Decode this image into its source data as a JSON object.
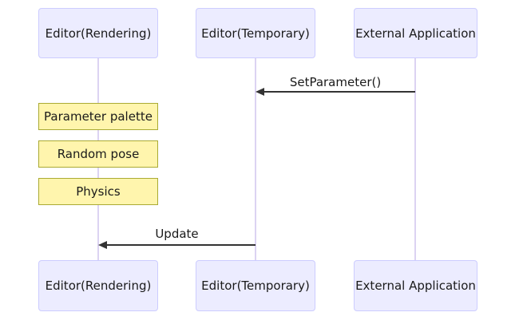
{
  "diagram": {
    "type": "sequence-diagram",
    "actors": [
      {
        "label": "Editor(Rendering)"
      },
      {
        "label": "Editor(Temporary)"
      },
      {
        "label": "External Application"
      }
    ],
    "messages": [
      {
        "label": "SetParameter()",
        "from": "External Application",
        "to": "Editor(Temporary)",
        "arrow": "solid-filled-left"
      },
      {
        "label": "Update",
        "from": "Editor(Temporary)",
        "to": "Editor(Rendering)",
        "arrow": "solid-filled-left"
      }
    ],
    "notes": [
      {
        "label": "Parameter palette",
        "over": "Editor(Rendering)"
      },
      {
        "label": "Random pose",
        "over": "Editor(Rendering)"
      },
      {
        "label": "Physics",
        "over": "Editor(Rendering)"
      }
    ],
    "colors": {
      "actor_fill": "#ECECFF",
      "actor_border": "#CCCCFF",
      "note_fill": "#FFF5AD",
      "note_border": "#AAAA33",
      "lifeline": "#DCD3F2",
      "message_line": "#333333",
      "text": "#1A1A1A"
    }
  }
}
